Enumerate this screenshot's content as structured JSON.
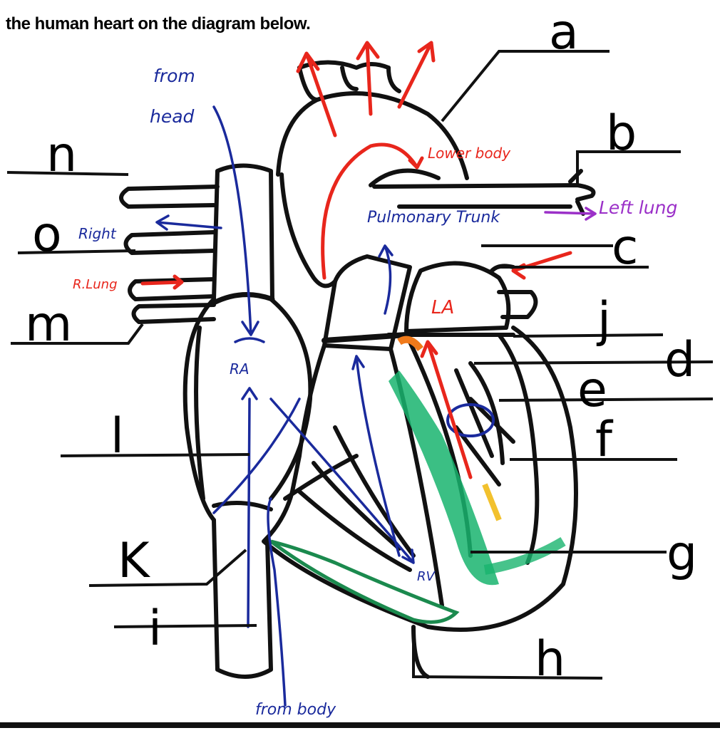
{
  "header": {
    "text": "the human heart on the diagram below."
  },
  "labels": {
    "a": "a",
    "b": "b",
    "c": "c",
    "j": "j",
    "d": "d",
    "e": "e",
    "f": "f",
    "g": "g",
    "h": "h",
    "n": "n",
    "o": "o",
    "m": "m",
    "l": "l",
    "k": "K",
    "i": "i"
  },
  "handwriting": {
    "from_head": [
      "from",
      "head"
    ],
    "lower_body": "Lower body",
    "left_lung": "Left lung",
    "pulmonary_trunk": "Pulmonary Trunk",
    "right_lung": [
      "Right"
    ],
    "r_lung": "R.Lung",
    "ra": "RA",
    "la": "LA",
    "rv": "RV",
    "from_body": "from body"
  },
  "colors": {
    "ink_black": "#111111",
    "ink_blue": "#1a2a9c",
    "ink_red": "#e8261c",
    "ink_purple": "#9b30c8",
    "marker_green": "#19b46e",
    "marker_orange": "#f07a1a"
  }
}
